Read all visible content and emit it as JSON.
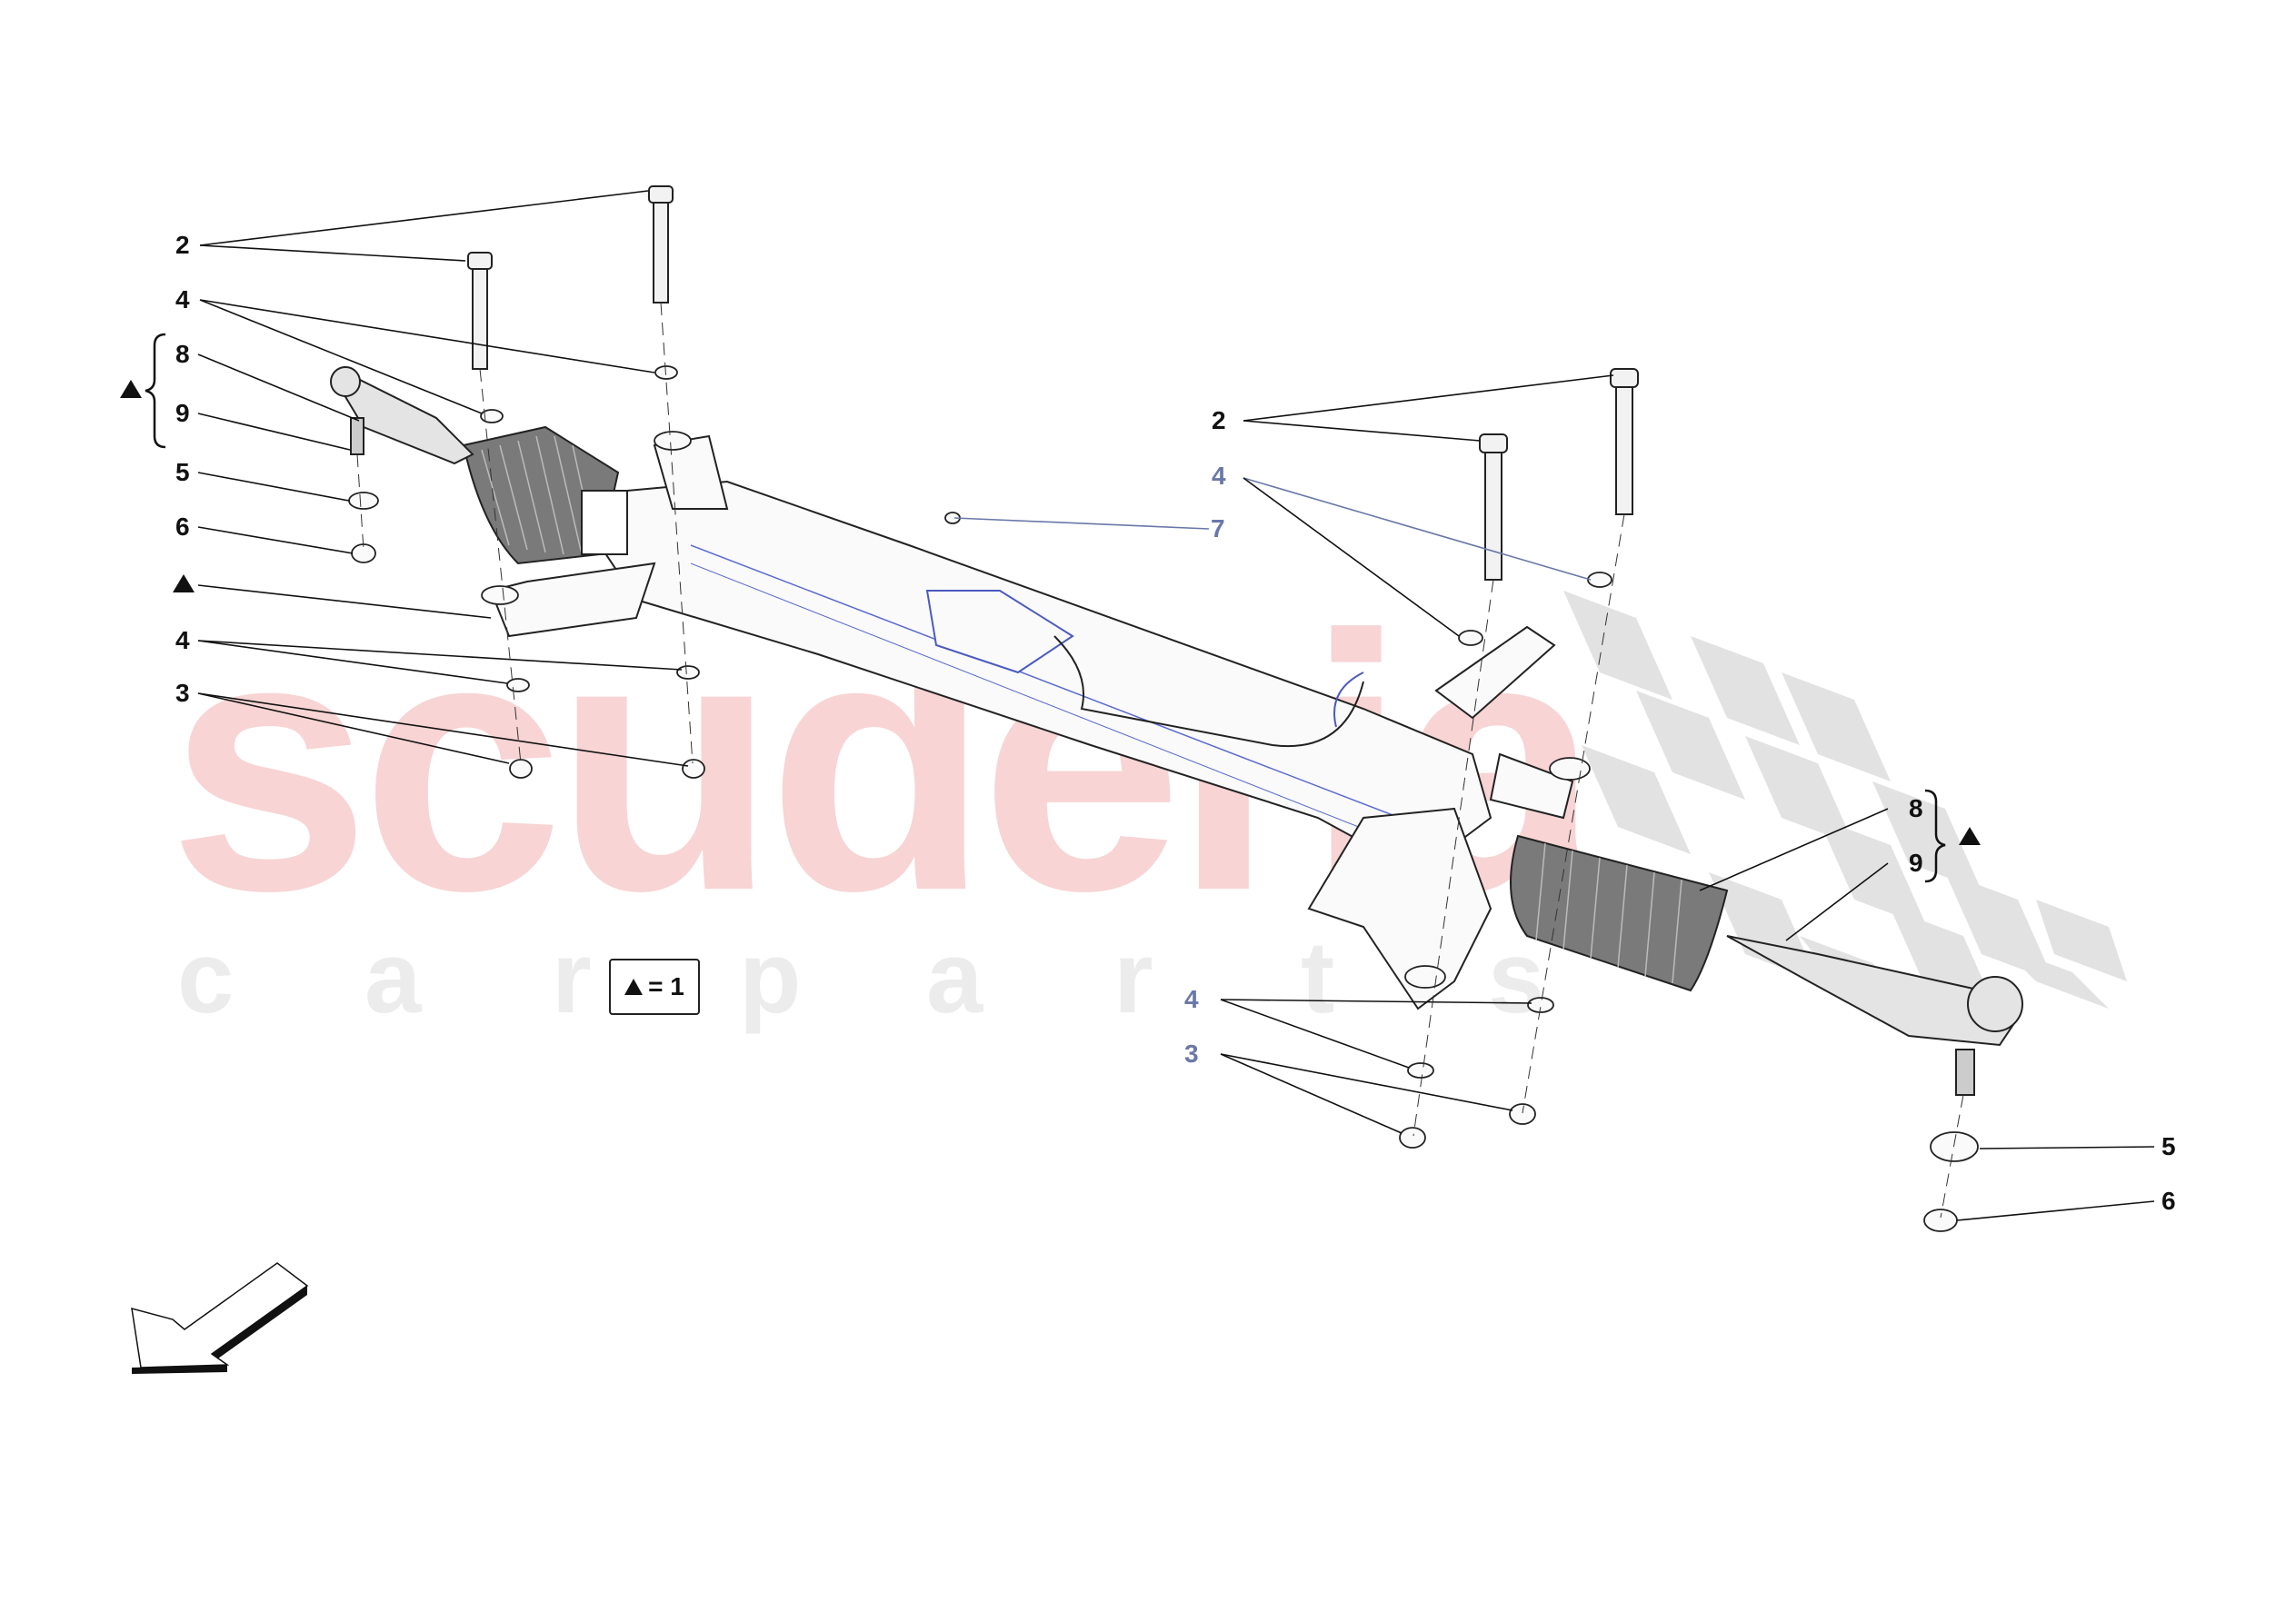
{
  "diagram": {
    "type": "exploded-parts-diagram",
    "subject": "steering rack assembly",
    "colors": {
      "label": "#111111",
      "label_alt": "#6a78a8",
      "watermark_primary": "#f8d4d4",
      "watermark_secondary": "#ececec",
      "checker": "#e2e2e2",
      "boot": "#7a7a7a"
    }
  },
  "watermark": {
    "main": "scuderia",
    "sub": [
      "c",
      "a",
      "r",
      "p",
      "a",
      "r",
      "t",
      "s"
    ]
  },
  "callouts": {
    "left": {
      "bolt_2": "2",
      "washer_4_top": "4",
      "tie_rod_end_8": "8",
      "tie_rod_9": "9",
      "washer_5": "5",
      "nut_6": "6",
      "washer_4_bottom": "4",
      "nut_3": "3"
    },
    "center": {
      "screw_7": "7"
    },
    "right": {
      "bolt_2": "2",
      "washer_4_top": "4",
      "tie_rod_end_8": "8",
      "tie_rod_9": "9",
      "washer_4_bottom": "4",
      "nut_3": "3",
      "washer_5": "5",
      "nut_6": "6"
    }
  },
  "legend": {
    "symbol": "triangle",
    "text": "= 1"
  },
  "direction_arrow": {
    "icon": "front-direction-arrow",
    "direction": "down-left"
  }
}
